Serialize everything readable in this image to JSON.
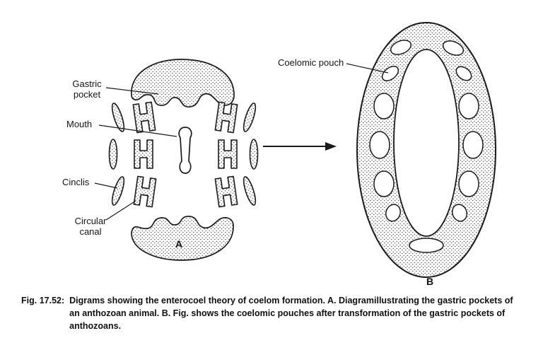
{
  "figure": {
    "panel_a": {
      "letter": "A",
      "labels": {
        "gastric_pocket": "Gastric pocket",
        "mouth": "Mouth",
        "cinclis": "Cinclis",
        "circular_canal": "Circular canal"
      }
    },
    "panel_b": {
      "letter": "B",
      "labels": {
        "coelomic_pouch": "Coelomic pouch"
      }
    },
    "caption": {
      "label": "Fig. 17.52:",
      "text": "Digrams showing the enterocoel theory of coelom formation. A. Diagramillustrating the gastric pockets of an anthozoan animal. B. Fig. shows the coelomic pouches after transformation of the gastric pockets of anthozoans."
    },
    "colors": {
      "ink": "#1a1a1a",
      "paper": "#ffffff"
    }
  }
}
